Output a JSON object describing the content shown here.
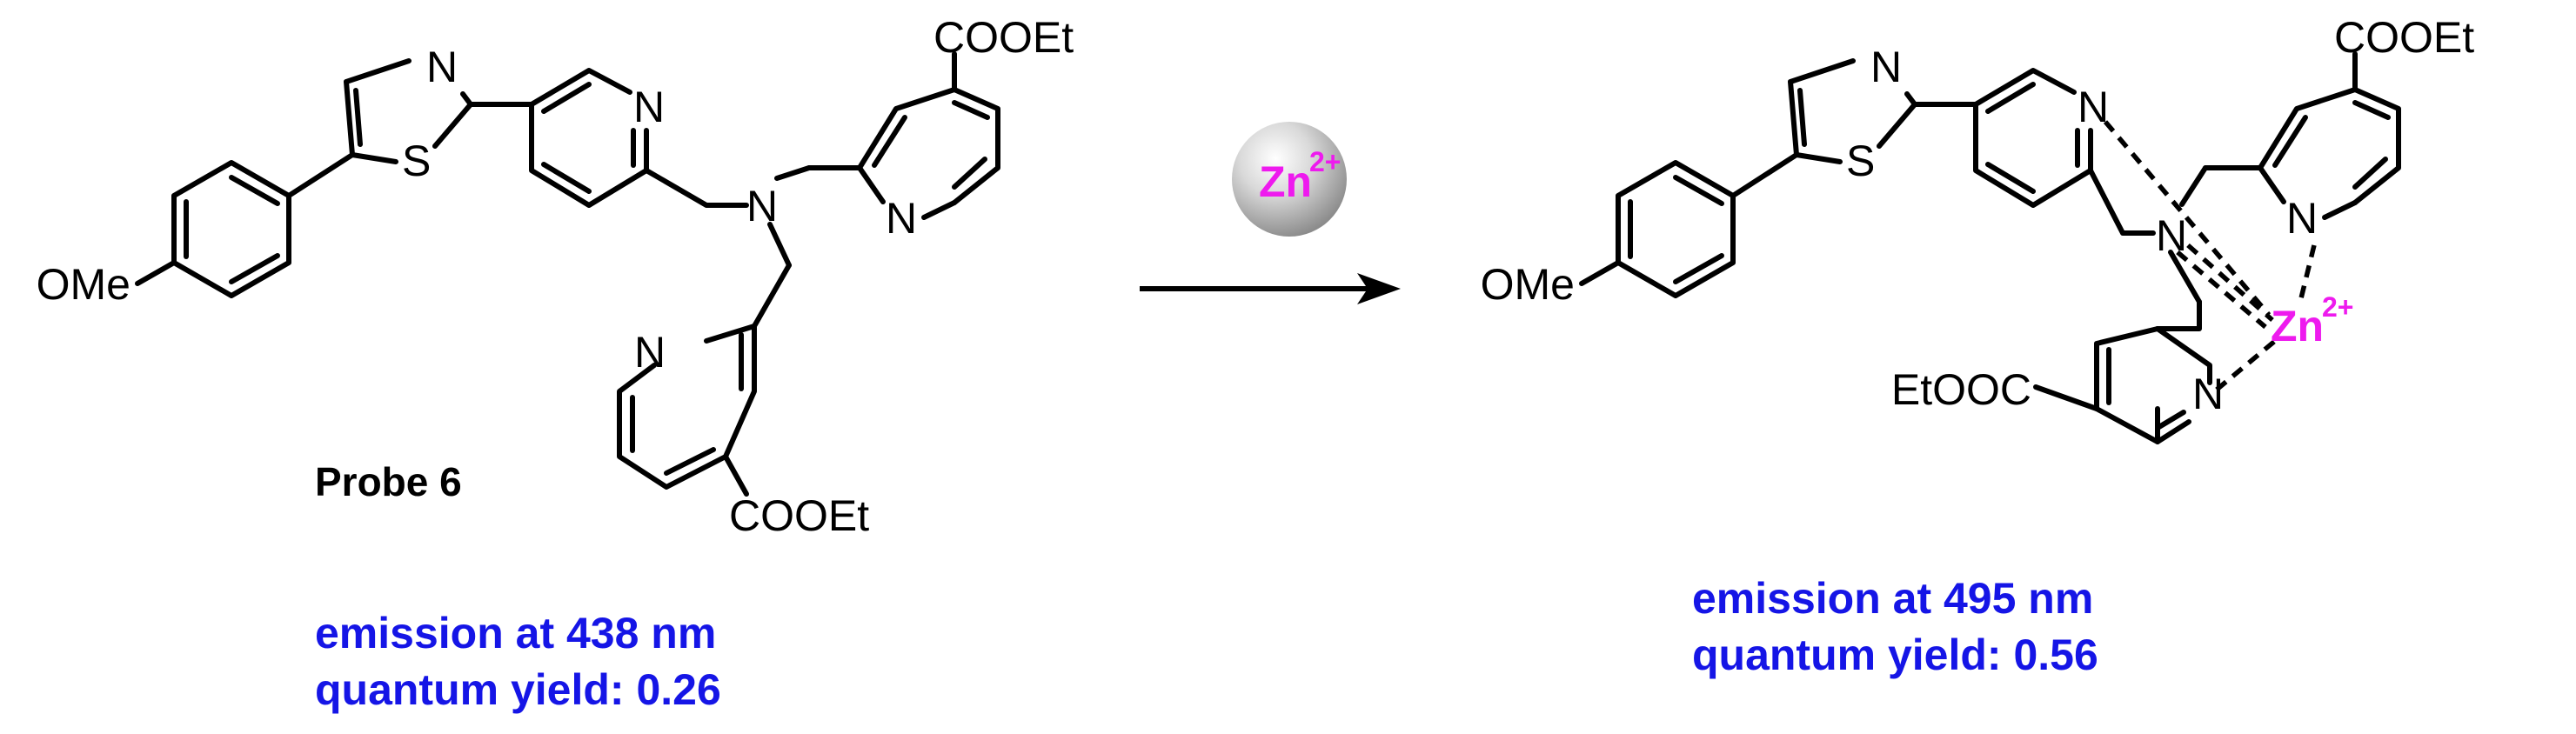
{
  "reactant": {
    "label": "Probe 6",
    "substituents": {
      "ome": "OMe",
      "ester_top": "COOEt",
      "ester_bottom": "COOEt"
    },
    "heteroatoms": {
      "thiazole_n": "N",
      "thiazole_s": "S",
      "pyridine_n": "N",
      "amine_n": "N",
      "pyr_right_n": "N",
      "pyr_bottom_n": "N"
    },
    "emission": "emission at 438 nm",
    "quantum_yield": "quantum yield: 0.26"
  },
  "reagent": {
    "ion": "Zn",
    "charge": "2+"
  },
  "product": {
    "substituents": {
      "ome": "OMe",
      "ester_top": "COOEt",
      "ester_bottom": "EtOOC"
    },
    "heteroatoms": {
      "thiazole_n": "N",
      "thiazole_s": "S",
      "pyridine_n": "N",
      "amine_n": "N",
      "pyr_right_n": "N",
      "pyr_bottom_n": "N"
    },
    "metal": {
      "ion": "Zn",
      "charge": "2+"
    },
    "emission": "emission at 495 nm",
    "quantum_yield": "quantum yield: 0.56"
  },
  "colors": {
    "annotation": "#1515e6",
    "zinc": "#ee1aee",
    "bond": "#000000"
  }
}
